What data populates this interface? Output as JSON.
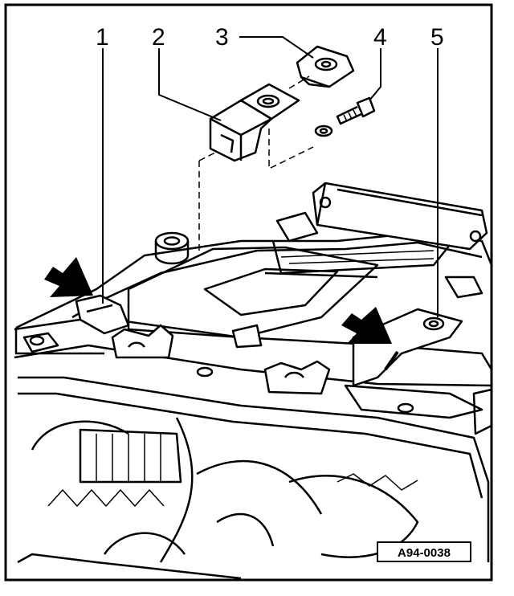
{
  "figure": {
    "callouts": [
      {
        "id": "1",
        "label": "1"
      },
      {
        "id": "2",
        "label": "2"
      },
      {
        "id": "3",
        "label": "3"
      },
      {
        "id": "4",
        "label": "4"
      },
      {
        "id": "5",
        "label": "5"
      }
    ],
    "reference_code": "A94-0038",
    "colors": {
      "ink": "#000000",
      "paper": "#ffffff"
    },
    "arrow_icons": [
      "arrow-left-mount",
      "arrow-right-mount"
    ]
  }
}
